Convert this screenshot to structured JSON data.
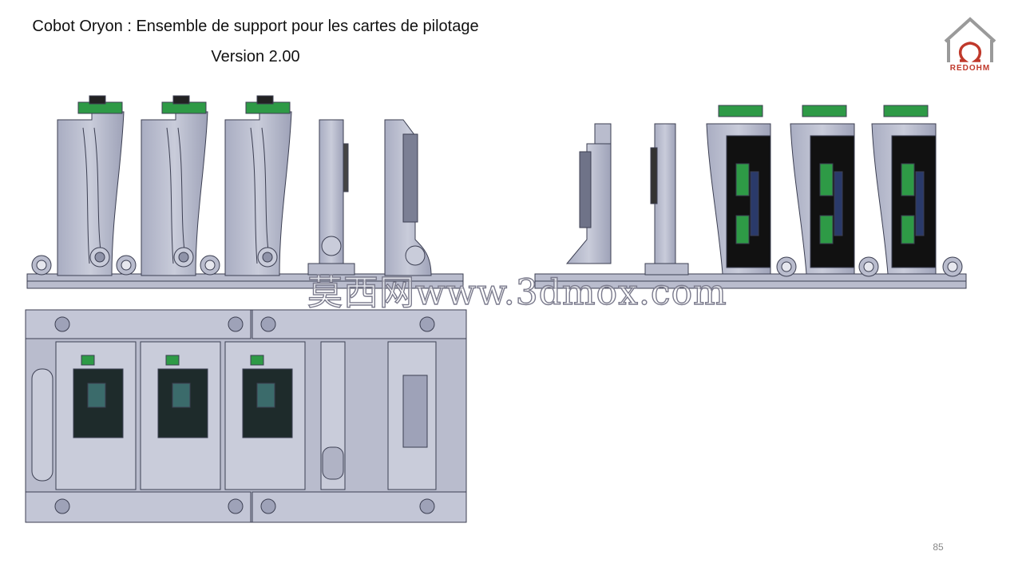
{
  "slide": {
    "title": "Cobot Oryon : Ensemble de support pour les cartes de pilotage",
    "subtitle": "Version 2.00",
    "page_number": "85"
  },
  "logo": {
    "text": "REDOHM",
    "icon": "house-omega-logo-icon",
    "color": "#c0392b"
  },
  "watermark": {
    "text": "莫西网www.3dmox.com"
  },
  "colors": {
    "part": "#b9bccd",
    "part_dark": "#8f93a8",
    "outline": "#3c3f52",
    "board_green": "#2e9a46",
    "board_black": "#111111"
  }
}
